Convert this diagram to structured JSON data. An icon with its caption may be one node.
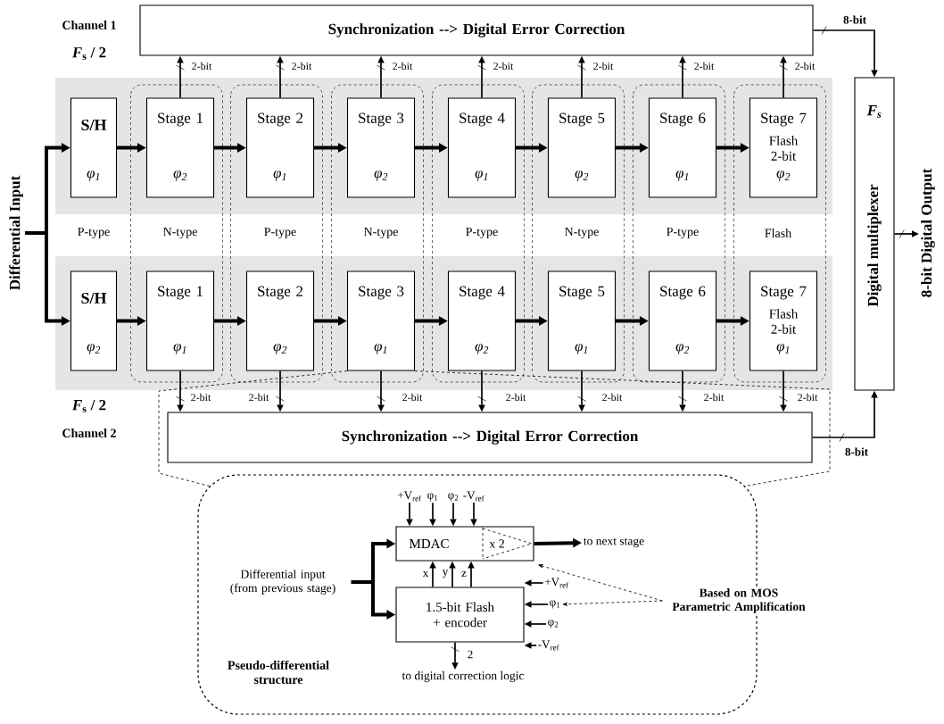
{
  "diagram": {
    "nodes": [
      {
        "text": [
          "Synchronization --> Digital Error Correction"
        ]
      },
      {
        "text": [
          "Synchronization --> Digital Error Correction"
        ]
      },
      {
        "text": [
          "F$_{s}$",
          "Digital multiplexer"
        ]
      },
      {
        "text": [
          "Differential Input"
        ]
      },
      {
        "text": [
          "S/H",
          "φ$_{1}$"
        ]
      },
      {
        "text": [
          "Stage 1",
          "φ$_{2}$"
        ]
      },
      {
        "text": [
          "Stage 2",
          "φ$_{1}$"
        ]
      },
      {
        "text": [
          "Stage 3",
          "φ$_{2}$"
        ]
      },
      {
        "text": [
          "Stage 4",
          "φ$_{1}$"
        ]
      },
      {
        "text": [
          "Stage 5",
          "φ$_{2}$"
        ]
      },
      {
        "text": [
          "Stage 6",
          "φ$_{1}$"
        ]
      },
      {
        "text": [
          "Stage 7",
          "Flash 2-bit",
          "φ$_{2}$"
        ]
      },
      {
        "text": [
          "S/H",
          "φ$_{2}$"
        ]
      },
      {
        "text": [
          "Stage 1",
          "φ$_{1}$"
        ]
      },
      {
        "text": [
          "Stage 2",
          "φ$_{2}$"
        ]
      },
      {
        "text": [
          "Stage 3",
          "φ$_{1}$"
        ]
      },
      {
        "text": [
          "Stage 4",
          "φ$_{2}$"
        ]
      },
      {
        "text": [
          "Stage 5",
          "φ$_{1}$"
        ]
      },
      {
        "text": [
          "Stage 6",
          "φ$_{2}$"
        ]
      },
      {
        "text": [
          "Stage 7",
          "Flash 2-bit",
          "φ$_{1}$"
        ]
      },
      {
        "text": [
          "8-bit Digital Output"
        ]
      },
      {
        "text": [
          "Pseudo-differential structure"
        ]
      },
      {
        "text": [
          "MDAC",
          "x 2"
        ],
        "in": 21
      },
      {
        "text": [
          "1.5-bit Flash + encoder"
        ],
        "in": 21
      },
      {
        "text": [
          "Differential input (from previous stage)"
        ],
        "in": 21
      },
      {
        "text": [
          "to next stage"
        ],
        "in": 21
      },
      {
        "text": [
          "to digital correction logic"
        ],
        "in": 21
      },
      {
        "text": [
          "Based on MOS Parametric Amplification"
        ]
      },
      {
        "text": [
          "+V$_{ref}$"
        ],
        "in": 21
      },
      {
        "text": [
          "φ$_{1}$"
        ],
        "in": 21
      },
      {
        "text": [
          "φ$_{2}$"
        ],
        "in": 21
      },
      {
        "text": [
          "-V$_{ref}$"
        ],
        "in": 21
      },
      {
        "text": [
          "+V$_{ref}$"
        ],
        "in": 21
      },
      {
        "text": [
          "φ$_{1}$"
        ],
        "in": 21
      },
      {
        "text": [
          "φ$_{2}$"
        ],
        "in": 21
      },
      {
        "text": [
          "-V$_{ref}$"
        ],
        "in": 21
      }
    ],
    "edges": [
      {
        "from": 3,
        "to": 4,
        "arrow": "to",
        "style": "thick"
      },
      {
        "from": 3,
        "to": 12,
        "arrow": "to",
        "style": "thick"
      },
      {
        "from": 4,
        "to": 5,
        "arrow": "to",
        "style": "thick"
      },
      {
        "from": 5,
        "to": 6,
        "arrow": "to",
        "style": "thick"
      },
      {
        "from": 6,
        "to": 7,
        "arrow": "to",
        "style": "thick"
      },
      {
        "from": 7,
        "to": 8,
        "arrow": "to",
        "style": "thick"
      },
      {
        "from": 8,
        "to": 9,
        "arrow": "to",
        "style": "thick"
      },
      {
        "from": 9,
        "to": 10,
        "arrow": "to",
        "style": "thick"
      },
      {
        "from": 10,
        "to": 11,
        "arrow": "to",
        "style": "thick"
      },
      {
        "from": 12,
        "to": 13,
        "arrow": "to",
        "style": "thick"
      },
      {
        "from": 13,
        "to": 14,
        "arrow": "to",
        "style": "thick"
      },
      {
        "from": 14,
        "to": 15,
        "arrow": "to",
        "style": "thick"
      },
      {
        "from": 15,
        "to": 16,
        "arrow": "to",
        "style": "thick"
      },
      {
        "from": 16,
        "to": 17,
        "arrow": "to",
        "style": "thick"
      },
      {
        "from": 17,
        "to": 18,
        "arrow": "to",
        "style": "thick"
      },
      {
        "from": 18,
        "to": 19,
        "arrow": "to",
        "style": "thick"
      },
      {
        "from": 5,
        "to": 0,
        "arrow": "to",
        "label": "2-bit"
      },
      {
        "from": 6,
        "to": 0,
        "arrow": "to",
        "label": "2-bit"
      },
      {
        "from": 7,
        "to": 0,
        "arrow": "to",
        "label": "2-bit"
      },
      {
        "from": 8,
        "to": 0,
        "arrow": "to",
        "label": "2-bit"
      },
      {
        "from": 9,
        "to": 0,
        "arrow": "to",
        "label": "2-bit"
      },
      {
        "from": 10,
        "to": 0,
        "arrow": "to",
        "label": "2-bit"
      },
      {
        "from": 11,
        "to": 0,
        "arrow": "to",
        "label": "2-bit"
      },
      {
        "from": 13,
        "to": 1,
        "arrow": "to",
        "label": "2-bit"
      },
      {
        "from": 14,
        "to": 1,
        "arrow": "to",
        "label": "2-bit"
      },
      {
        "from": 15,
        "to": 1,
        "arrow": "to",
        "label": "2-bit"
      },
      {
        "from": 16,
        "to": 1,
        "arrow": "to",
        "label": "2-bit"
      },
      {
        "from": 17,
        "to": 1,
        "arrow": "to",
        "label": "2-bit"
      },
      {
        "from": 18,
        "to": 1,
        "arrow": "to",
        "label": "2-bit"
      },
      {
        "from": 19,
        "to": 1,
        "arrow": "to",
        "label": "2-bit"
      },
      {
        "from": 0,
        "to": 2,
        "arrow": "to",
        "label": "8-bit"
      },
      {
        "from": 1,
        "to": 2,
        "arrow": "to",
        "label": "8-bit"
      },
      {
        "from": 2,
        "to": 20,
        "arrow": "to"
      },
      {
        "from": 24,
        "to": 22,
        "arrow": "to",
        "style": "thick"
      },
      {
        "from": 24,
        "to": 23,
        "arrow": "to",
        "style": "thick"
      },
      {
        "from": 23,
        "to": 22,
        "arrow": "to",
        "label": "x"
      },
      {
        "from": 23,
        "to": 22,
        "arrow": "to",
        "label": "y"
      },
      {
        "from": 23,
        "to": 22,
        "arrow": "to",
        "label": "z"
      },
      {
        "from": 22,
        "to": 25,
        "arrow": "to",
        "style": "thick"
      },
      {
        "from": 23,
        "to": 26,
        "arrow": "to",
        "label": "2"
      },
      {
        "from": 27,
        "to": 22,
        "arrow": "to",
        "style": "dashed"
      },
      {
        "from": 27,
        "to": 33,
        "arrow": "to",
        "style": "dashed"
      },
      {
        "from": 28,
        "to": 22,
        "arrow": "to"
      },
      {
        "from": 29,
        "to": 22,
        "arrow": "to"
      },
      {
        "from": 30,
        "to": 22,
        "arrow": "to"
      },
      {
        "from": 31,
        "to": 22,
        "arrow": "to"
      },
      {
        "from": 32,
        "to": 23,
        "arrow": "to"
      },
      {
        "from": 33,
        "to": 23,
        "arrow": "to"
      },
      {
        "from": 34,
        "to": 23,
        "arrow": "to"
      },
      {
        "from": 35,
        "to": 23,
        "arrow": "to"
      },
      {
        "from": 15,
        "to": 21,
        "arrow": "none",
        "style": "dashed"
      },
      {
        "from": 15,
        "to": 21,
        "arrow": "none",
        "style": "dashed"
      }
    ],
    "labels": [
      "Channel 1",
      "*F*$_{s}$ / 2",
      "P-type",
      "N-type",
      "P-type",
      "N-type",
      "P-type",
      "N-type",
      "P-type",
      "Flash",
      "*F*$_{s}$ / 2",
      "Channel 2"
    ]
  }
}
